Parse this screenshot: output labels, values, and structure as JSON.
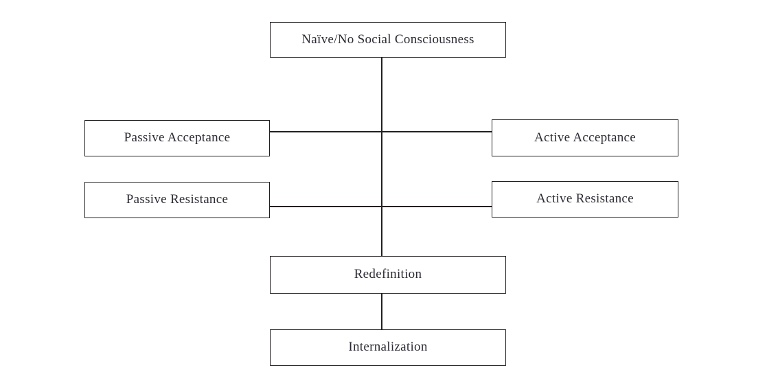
{
  "diagram": {
    "description": "Flowchart of social consciousness development stages",
    "nodes": {
      "naive": {
        "label": "Naïve/No Social Consciousness"
      },
      "passive_acceptance": {
        "label": "Passive Acceptance"
      },
      "active_acceptance": {
        "label": "Active Acceptance"
      },
      "passive_resistance": {
        "label": "Passive Resistance"
      },
      "active_resistance": {
        "label": "Active Resistance"
      },
      "redefinition": {
        "label": "Redefinition"
      },
      "internalization": {
        "label": "Internalization"
      }
    },
    "connectors": [
      {
        "name": "naive-to-redefinition",
        "type": "vertical"
      },
      {
        "name": "redefinition-to-internalization",
        "type": "vertical"
      },
      {
        "name": "passive-acceptance-to-active-acceptance",
        "type": "horizontal"
      },
      {
        "name": "passive-resistance-to-active-resistance",
        "type": "horizontal"
      }
    ],
    "colors": {
      "background": "#ffffff",
      "box_border": "#231f20",
      "connector_line": "#231f20",
      "text": "#2b2b34"
    }
  }
}
